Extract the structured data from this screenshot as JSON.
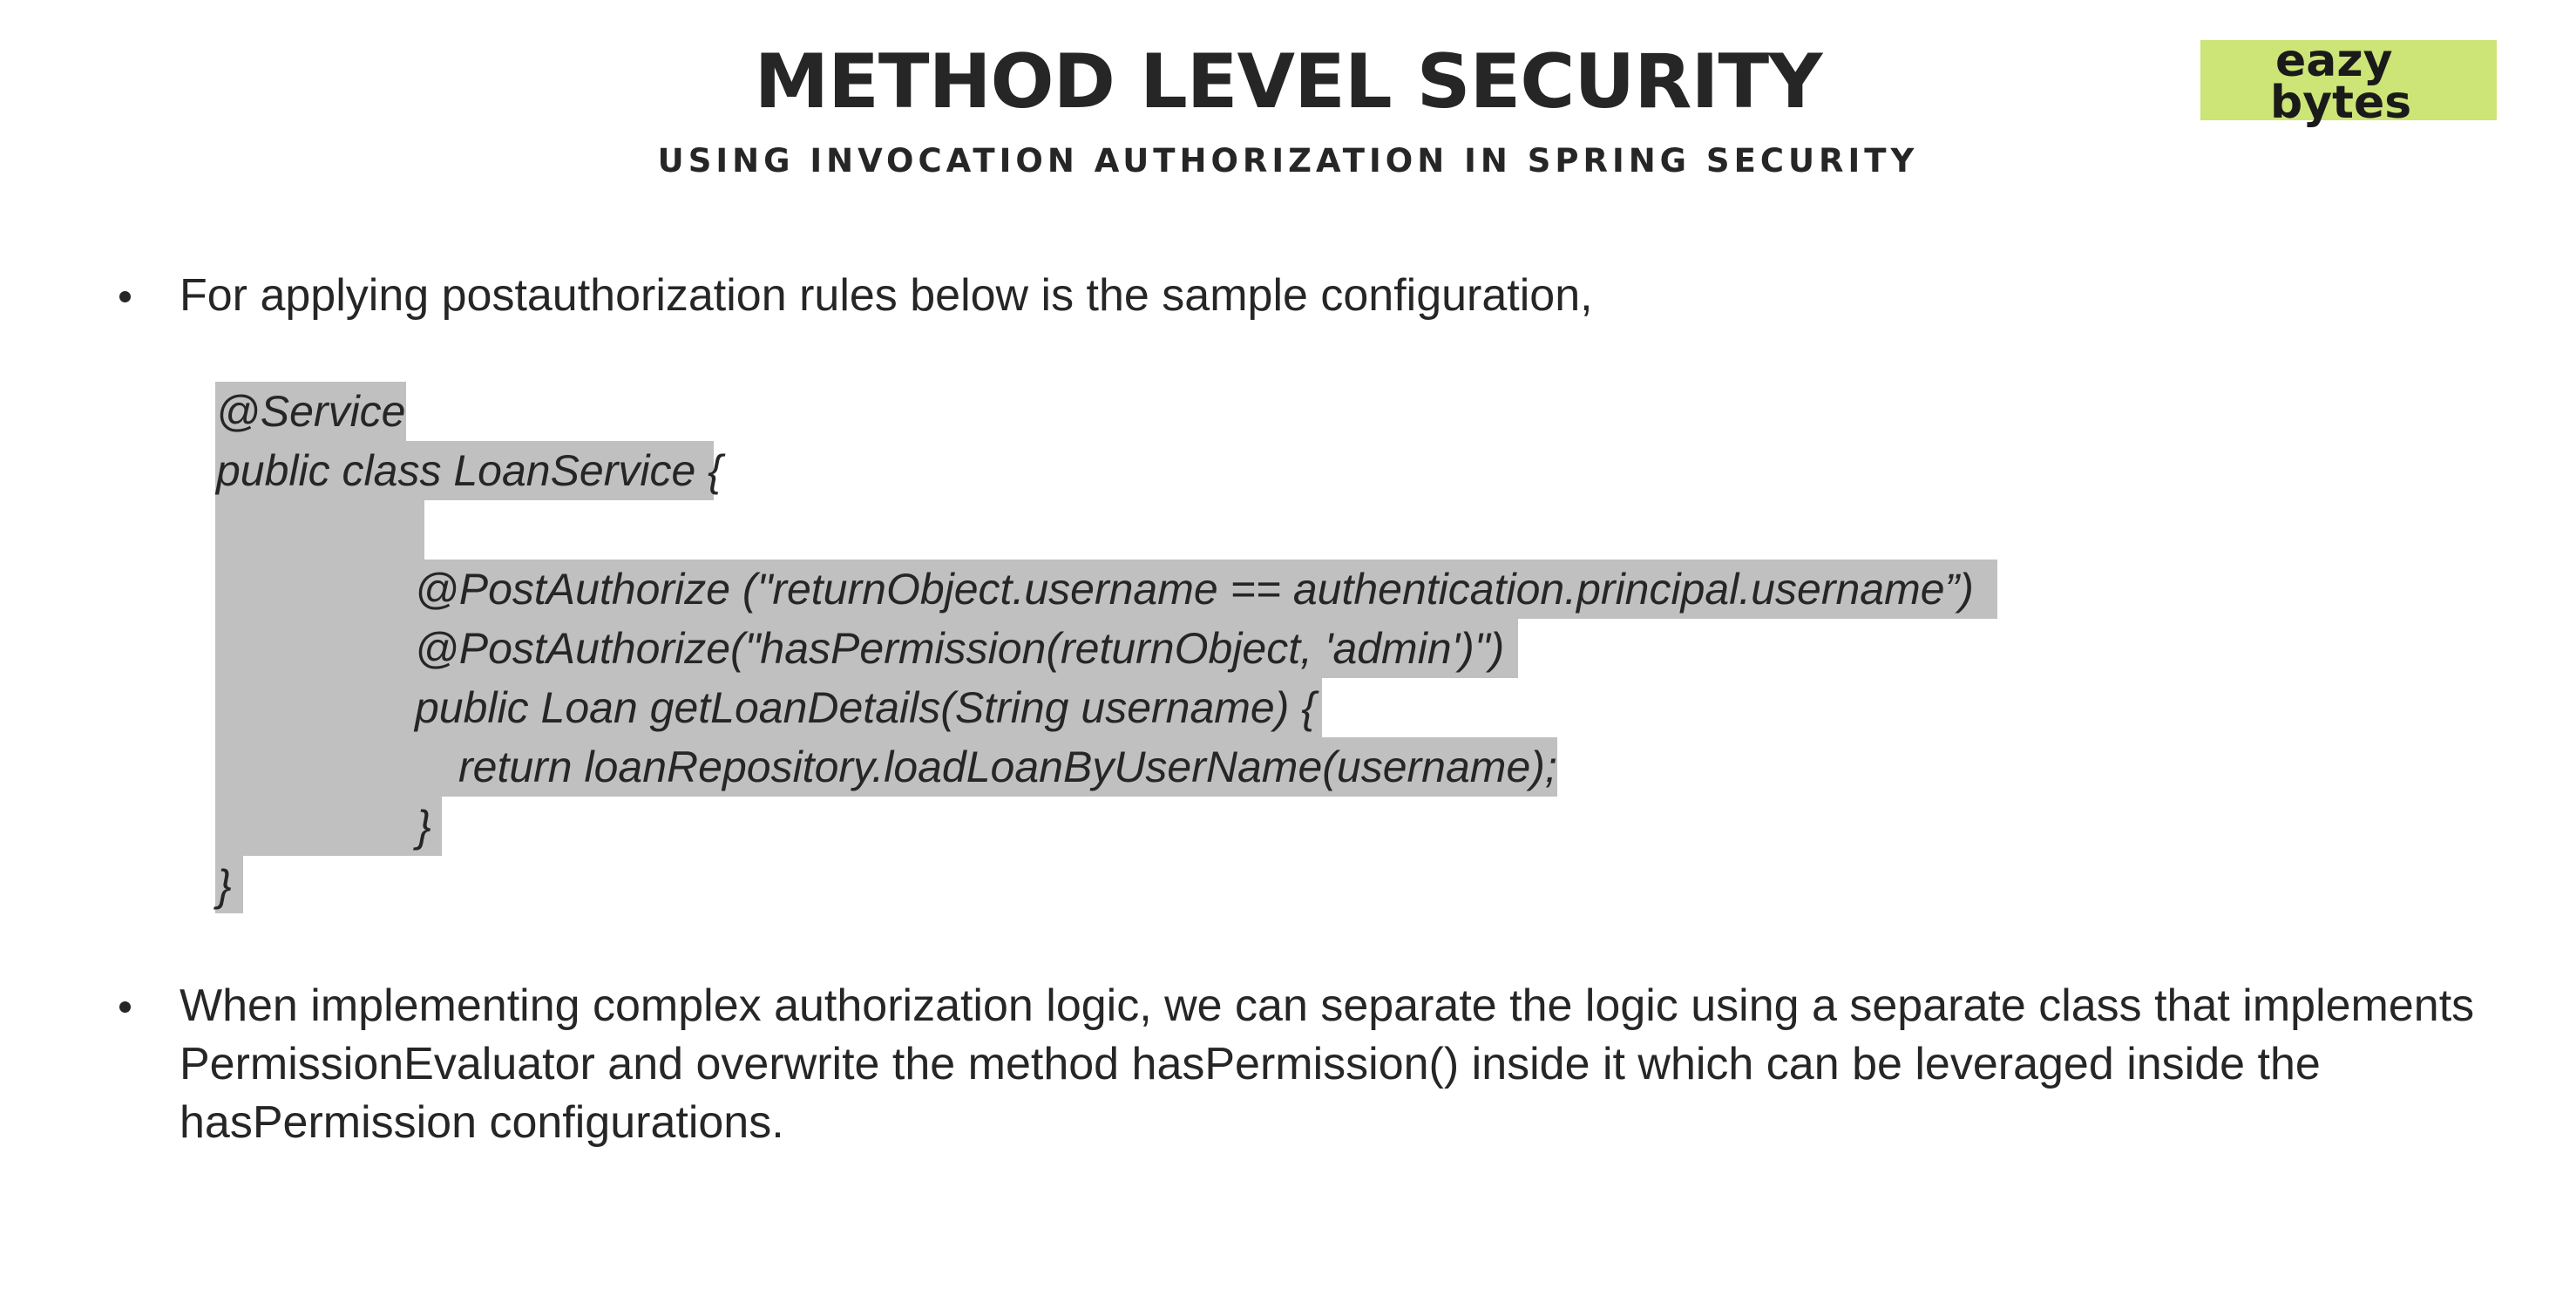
{
  "header": {
    "title": "METHOD LEVEL SECURITY",
    "subtitle": "USING INVOCATION AUTHORIZATION IN SPRING SECURITY"
  },
  "logo": {
    "line1": "eazy",
    "line2": "bytes",
    "color": "#cde477"
  },
  "bullets": [
    "For applying postauthorization rules below is the sample configuration,",
    "When implementing complex authorization logic, we can separate the logic using a separate class that implements",
    "PermissionEvaluator and overwrite the method hasPermission() inside it which can be leveraged inside the",
    "hasPermission configurations."
  ],
  "code": {
    "lines": [
      "@Service",
      "public class LoanService {",
      "@PostAuthorize (\"returnObject.username == authentication.principal.username”)",
      "@PostAuthorize(\"hasPermission(returnObject, 'admin')\")",
      "public Loan getLoanDetails(String username) {",
      "return loanRepository.loadLoanByUserName(username);",
      "}",
      "}"
    ],
    "highlight_color": "#c0c0c0"
  }
}
